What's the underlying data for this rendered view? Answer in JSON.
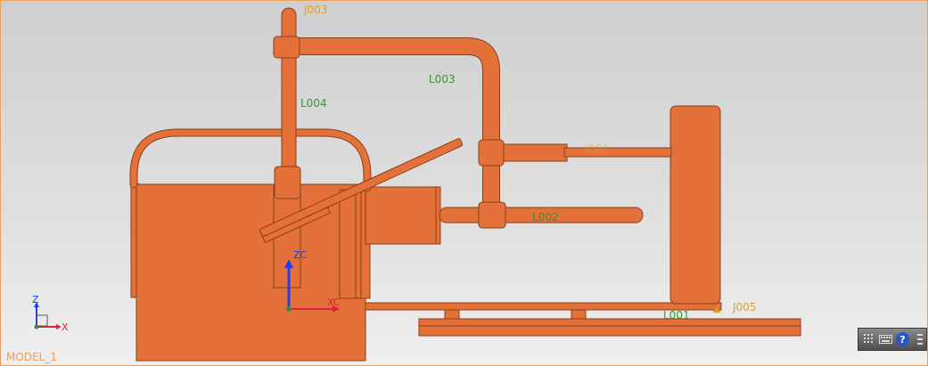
{
  "viewport": {
    "model_name": "MODEL_1",
    "joint_labels": [
      "J003",
      "J004",
      "J005"
    ],
    "link_labels": [
      "L001",
      "L002",
      "L003",
      "L004"
    ],
    "colors": {
      "body": "#e4713a",
      "edge": "#8a3e18",
      "joint_label": "#d9a030",
      "link_label": "#2f9a2f",
      "border": "#e8a060"
    }
  },
  "triad": {
    "z_label": "Z",
    "x_label": "X"
  },
  "origin_axes": {
    "zc_label": "ZC",
    "xc_label": "XC"
  },
  "toolbar": {
    "icons": [
      "grid-icon",
      "keyboard-icon",
      "help-icon",
      "menu-icon"
    ],
    "help_glyph": "?"
  }
}
